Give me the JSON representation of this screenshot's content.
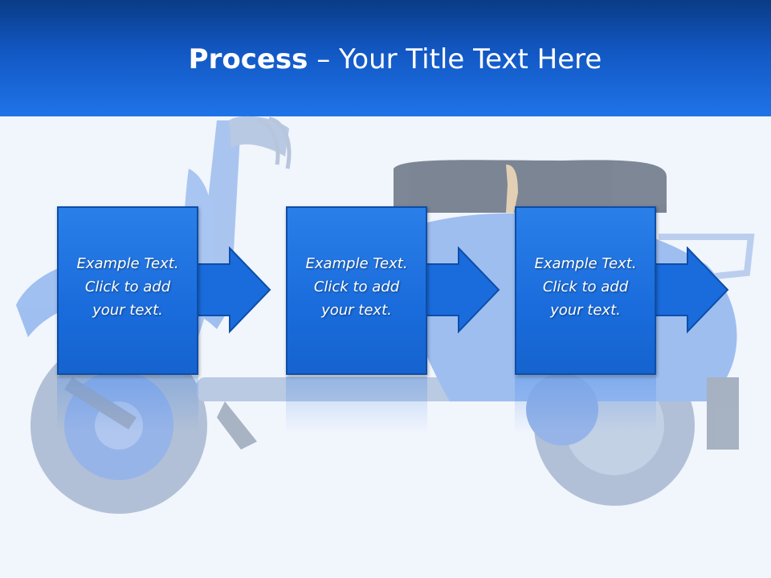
{
  "title": {
    "strong": "Process",
    "dash": " – ",
    "rest": "Your Title Text Here"
  },
  "steps": [
    {
      "text": "Example Text.\nClick  to add\nyour text."
    },
    {
      "text": "Example Text.\nClick  to add\nyour text."
    },
    {
      "text": "Example Text.\nClick  to add\nyour text."
    }
  ],
  "colors": {
    "header_dark": "#0a3b86",
    "header_light": "#1f73e8",
    "box_fill": "#1a6cdc",
    "background": "#f1f5fc"
  }
}
